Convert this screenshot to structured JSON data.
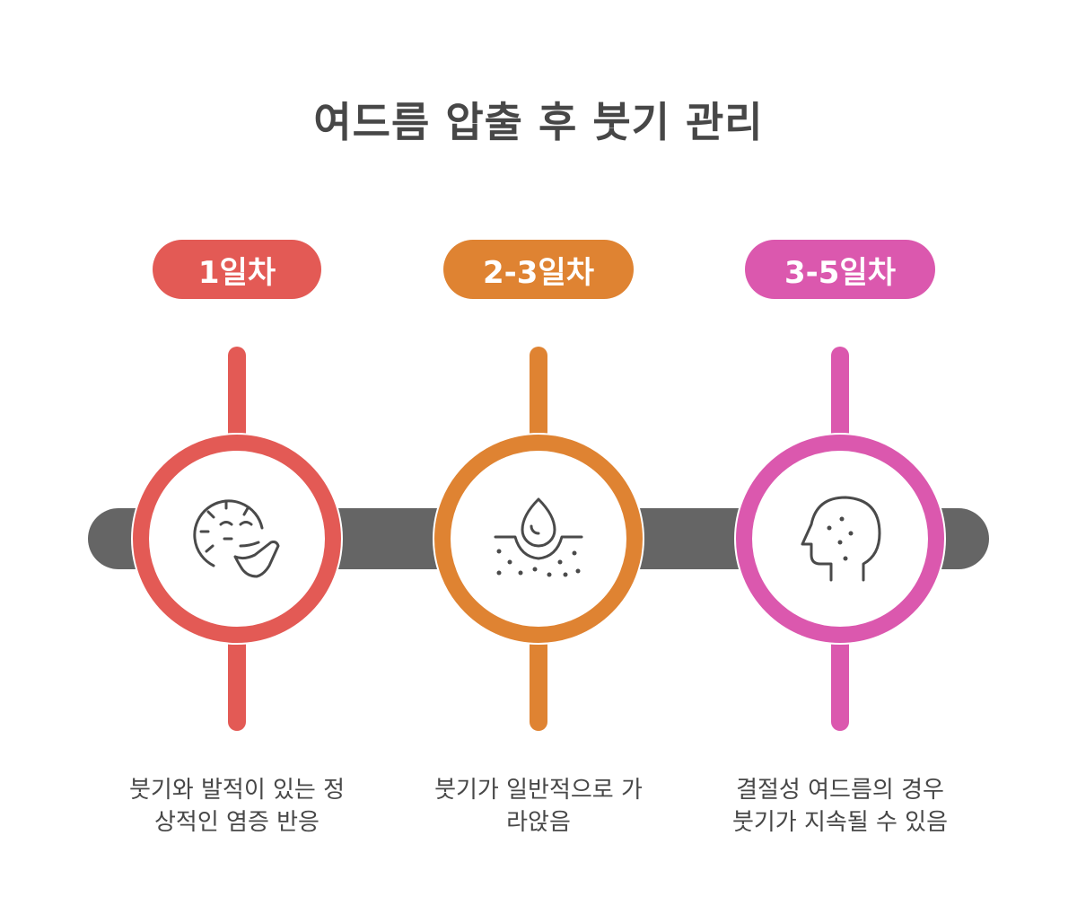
{
  "title": "여드름 압출 후 붓기 관리",
  "colors": {
    "bar": "#656565",
    "stage1": "#E35A55",
    "stage2": "#DF8332",
    "stage3": "#DB58AE",
    "icon": "#4a4a4a",
    "text": "#474747"
  },
  "stages": [
    {
      "label": "1일차",
      "icon": "swollen-face-icon",
      "description": "붓기와 발적이 있는 정 상적인 염증 반응",
      "lines": [
        "붓기와 발적이 있는 정",
        "상적인 염증 반응"
      ]
    },
    {
      "label": "2-3일차",
      "icon": "skin-drop-icon",
      "description": "붓기가 일반적으로 가 라앉음",
      "lines": [
        "붓기가 일반적으로 가",
        "라앉음"
      ]
    },
    {
      "label": "3-5일차",
      "icon": "face-acne-icon",
      "description": "결절성 여드름의 경우 붓기가 지속될 수 있음",
      "lines": [
        "결절성 여드름의 경우",
        "붓기가 지속될 수 있음"
      ]
    }
  ]
}
